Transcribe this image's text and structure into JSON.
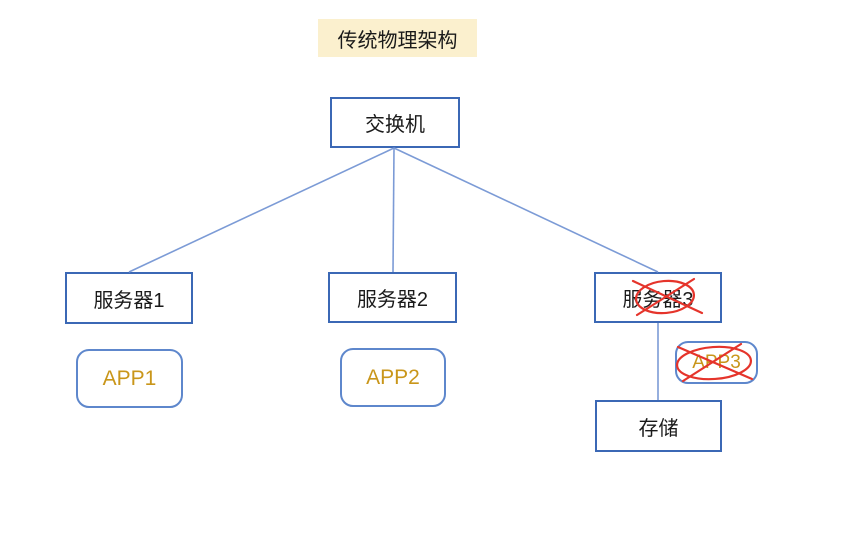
{
  "title": {
    "text": "传统物理架构"
  },
  "nodes": {
    "switch": {
      "label": "交换机"
    },
    "server1": {
      "label": "服务器1"
    },
    "server2": {
      "label": "服务器2"
    },
    "server3": {
      "label": "服务器3",
      "annotation": "crossed-out"
    },
    "app1": {
      "label": "APP1"
    },
    "app2": {
      "label": "APP2"
    },
    "app3": {
      "label": "APP3",
      "annotation": "crossed-out"
    },
    "storage": {
      "label": "存储"
    }
  },
  "connections": [
    {
      "from": "switch",
      "to": "server1"
    },
    {
      "from": "switch",
      "to": "server2"
    },
    {
      "from": "switch",
      "to": "server3"
    },
    {
      "from": "server3",
      "to": "storage"
    }
  ],
  "colors": {
    "canvas-bg": "#ffffff",
    "title-bg": "#fbf0ce",
    "box-border": "#3b68b5",
    "app-border": "#5e87cc",
    "connector": "#7c9bd6",
    "app-text": "#c9961a",
    "label-text": "#1a1a1a",
    "annotation-red": "#e5342b"
  }
}
